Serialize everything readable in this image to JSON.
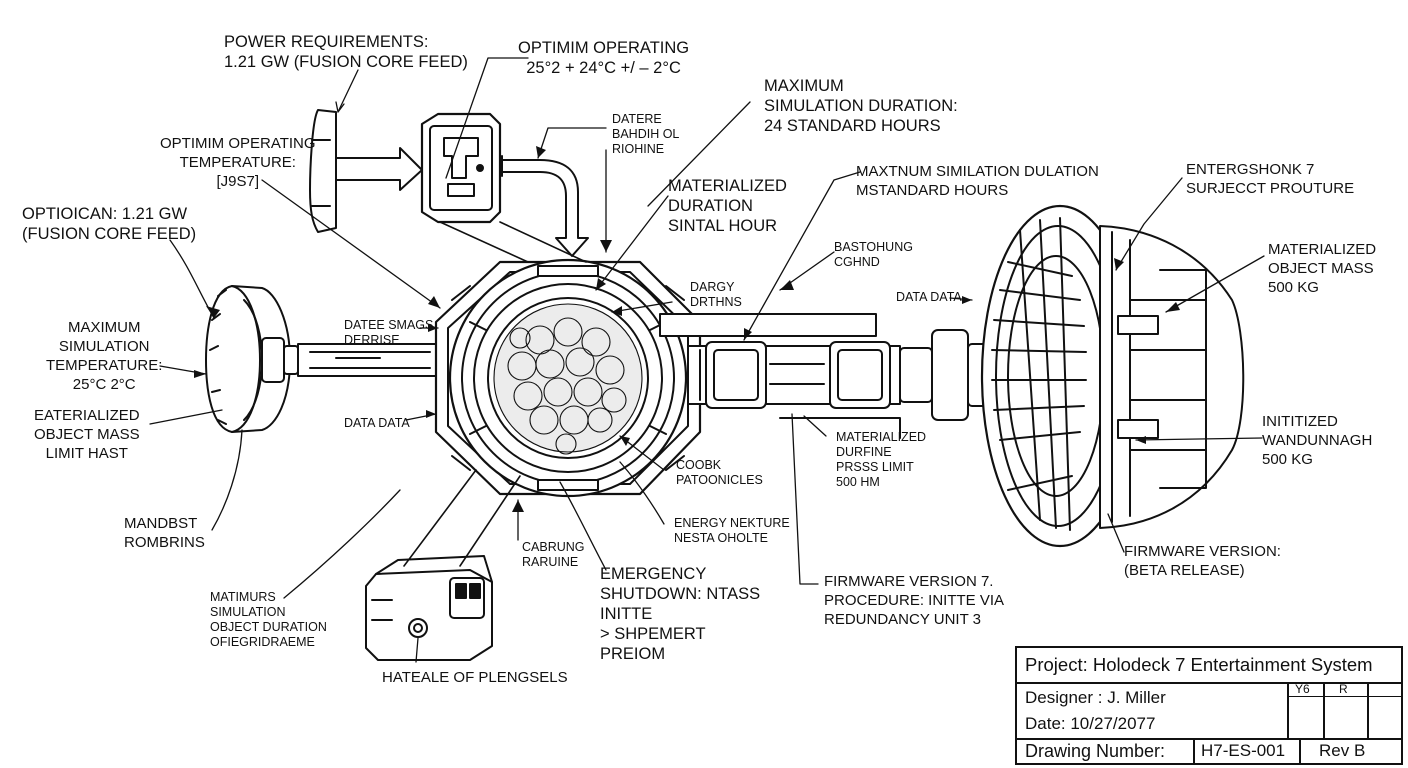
{
  "labels": {
    "power_req": [
      "POWER REQUIREMENTS:",
      "1.21 GW (FUSION CORE FEED)"
    ],
    "optimum_top": [
      "OPTIMIM OPERATING",
      "25°2 + 24°C +/ – 2°C"
    ],
    "max_sim_duration": [
      "MAXIMUM",
      "SIMULATION DURATION:",
      "24 STANDARD HOURS"
    ],
    "datere": [
      "DATERE",
      "BAHDIH OL",
      "RIOHINE"
    ],
    "optim_temp_left": [
      "OPTIMIM OPERATING",
      "TEMPERATURE:",
      "[J9S7]"
    ],
    "optioican": [
      "OPTIOICAN: 1.21 GW",
      "(FUSION CORE FEED)"
    ],
    "materialized_duration": [
      "MATERIALIZED",
      "DURATION",
      "SINTAL HOUR"
    ],
    "maxtnum_sim": [
      "MAXTNUM SIMILATION DULATION",
      "MSTANDARD HOURS"
    ],
    "entergshonk": [
      "ENTERGSHONK 7",
      "SURJECCT PROUTURE"
    ],
    "bastohung": [
      "BASTOHUNG",
      "CGHND"
    ],
    "dargy": [
      "DARGY",
      "DRTHNS"
    ],
    "data_data_right": [
      "DATA DATA"
    ],
    "mat_object_mass_right": [
      "MATERIALIZED",
      "OBJECT MASS",
      "500 KG"
    ],
    "max_sim_temp": [
      "MAXIMUM",
      "SIMULATION",
      "TEMPERATURE:",
      "25°C 2°C"
    ],
    "datee_smags": [
      "DATEE SMAGS",
      "DERRISE"
    ],
    "eaterialized": [
      "EATERIALIZED",
      "OBJECT MASS",
      "LIMIT HAST"
    ],
    "data_data_left": [
      "DATA DATA"
    ],
    "initiized": [
      "INITITIZED",
      "WANDUNNAGH",
      "500 KG"
    ],
    "materialized_durfine": [
      "MATERIALIZED",
      "DURFINE",
      "PRSSS LIMIT",
      "500 HM"
    ],
    "coobk": [
      "COOBK",
      "PATOONICLES"
    ],
    "mandbst": [
      "MANDBST",
      "ROMBRINS"
    ],
    "energy_nekture": [
      "ENERGY NEKTURE",
      "NESTA OHOLTE"
    ],
    "firmware_right": [
      "FIRMWARE VERSION:",
      "(BETA RELEASE)"
    ],
    "cabrung": [
      "CABRUNG",
      "RARUINE"
    ],
    "emergency": [
      "EMERGENCY",
      "SHUTDOWN: NTASS",
      "INITTE",
      "> SHPEMERT",
      "PREIOM"
    ],
    "firmware_mid": [
      "FIRMWARE VERSION 7.",
      "PROCEDURE: INITTE VIA",
      "REDUNDANCY UNIT 3"
    ],
    "matimurs": [
      "MATIMURS",
      "SIMULATION",
      "OBJECT DURATION",
      "OFIEGRIDRAEME"
    ],
    "hateale": [
      "HATEALE OF PLENGSELS"
    ]
  },
  "title_block": {
    "project": "Project: Holodeck 7 Entertainment System",
    "designer": "Designer : J. Miller",
    "date": "Date: 10/27/2077",
    "drawing_number_label": "Drawing Number:",
    "drawing_number": "H7-ES-001",
    "rev": "Rev B",
    "cell_a": "Y6",
    "cell_b": "R"
  }
}
